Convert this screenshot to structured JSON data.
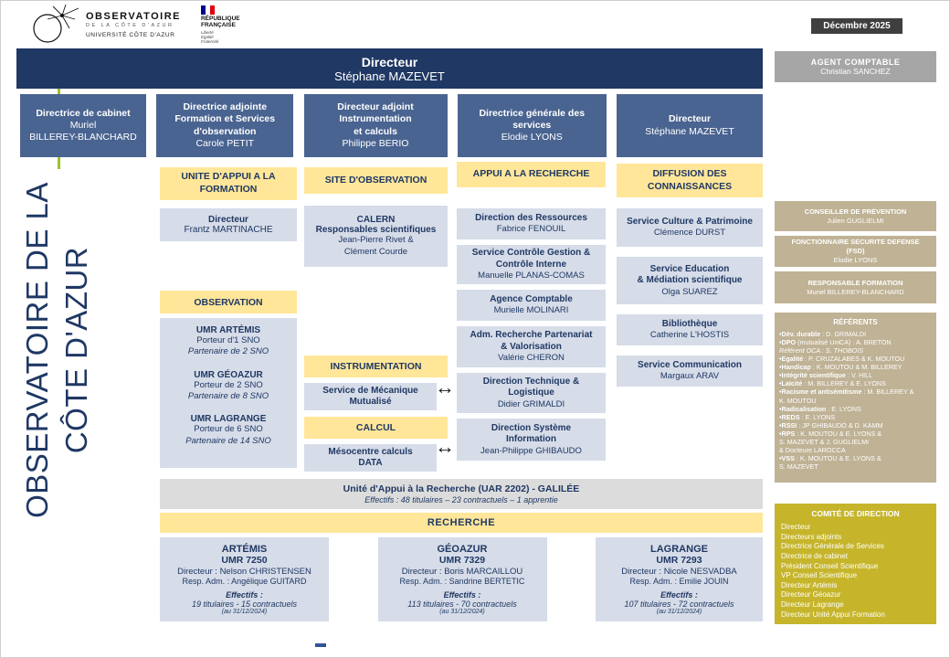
{
  "meta": {
    "date_badge": "Décembre 2025"
  },
  "colors": {
    "navy": "#1F3864",
    "slate_blue": "#4A6491",
    "yellow": "#FFE699",
    "light_blue": "#D6DCE8",
    "tan": "#BFB295",
    "olive": "#C6B52B",
    "gray": "#A6A6A6",
    "green_accent": "#9DC030"
  },
  "logo": {
    "org": "OBSERVATOIRE",
    "org_sub": "DE LA CÔTE D'AZUR",
    "univ": "UNIVERSITÉ CÔTE D'AZUR",
    "republique": "RÉPUBLIQUE\nFRANÇAISE",
    "motto": "Liberté\nÉgalité\nFraternité"
  },
  "vertical_title": "OBSERVATOIRE DE LA\nCÔTE D'AZUR",
  "banner": {
    "title": "Directeur",
    "name": "Stéphane MAZEVET"
  },
  "agent_comptable": {
    "title": "AGENT  COMPTABLE",
    "name": "Christian SANCHEZ"
  },
  "directors_row": [
    {
      "title": "Directrice de cabinet",
      "name": "Muriel\nBILLEREY-BLANCHARD"
    },
    {
      "title": "Directrice adjointe\nFormation et Services\nd'observation",
      "name": "Carole PETIT"
    },
    {
      "title": "Directeur adjoint\nInstrumentation\net calculs",
      "name": "Philippe BERIO"
    },
    {
      "title": "Directrice générale des\nservices",
      "name": "Elodie LYONS"
    },
    {
      "title": "Directeur",
      "name": "Stéphane MAZEVET"
    }
  ],
  "column_headers": {
    "formation": "UNITE D'APPUI A LA\nFORMATION",
    "site": "SITE D'OBSERVATION",
    "appui": "APPUI A LA RECHERCHE",
    "diffusion": "DIFFUSION  DES\nCONNAISSANCES"
  },
  "formation": {
    "director_title": "Directeur",
    "director_name": "Frantz MARTINACHE"
  },
  "site": {
    "calern_title": "CALERN",
    "calern_subtitle": "Responsables scientifiques",
    "calern_names": "Jean-Pierre Rivet &\nClément Courde"
  },
  "appui_services": [
    {
      "t": "Direction des Ressources",
      "n": "Fabrice FENOUIL"
    },
    {
      "t": "Service Contrôle Gestion &\nContrôle Interne",
      "n": "Manuelle PLANAS-COMAS"
    },
    {
      "t": "Agence Comptable",
      "n": "Murielle MOLINARI"
    },
    {
      "t": "Adm. Recherche Partenariat\n& Valorisation",
      "n": "Valérie CHERON"
    },
    {
      "t": "Direction Technique &\nLogistique",
      "n": "Didier GRIMALDI"
    },
    {
      "t": "Direction Système\nInformation",
      "n": "Jean-Philippe GHIBAUDO"
    }
  ],
  "diffusion_services": [
    {
      "t": "Service Culture & Patrimoine",
      "n": "Clémence DURST"
    },
    {
      "t": "Service Education\n& Médiation scientifique",
      "n": "Olga SUAREZ"
    },
    {
      "t": "Bibliothèque",
      "n": "Catherine L'HOSTIS"
    },
    {
      "t": "Service Communication",
      "n": "Margaux ARAV"
    }
  ],
  "observation": {
    "header": "OBSERVATION",
    "umrs": [
      {
        "name": "UMR ARTÉMIS",
        "porteur": "Porteur d'1 SNO",
        "partenaire": "Partenaire de 2 SNO"
      },
      {
        "name": "UMR GÉOAZUR",
        "porteur": "Porteur de 2 SNO",
        "partenaire": "Partenaire de 8 SNO"
      },
      {
        "name": "UMR LAGRANGE",
        "porteur": "Porteur de 6 SNO",
        "partenaire": "Partenaire de 14 SNO"
      }
    ]
  },
  "instrumentation": {
    "header": "INSTRUMENTATION",
    "box": "Service de Mécanique\nMutualisé"
  },
  "calcul": {
    "header": "CALCUL",
    "box": "Mésocentre calculs\nDATA"
  },
  "arrow_glyph": "↔",
  "galilee": {
    "title": "Unité d'Appui à la Recherche (UAR 2202) - GALILÉE",
    "effectifs": "Effectifs : 48 titulaires – 23 contractuels – 1 apprentie"
  },
  "recherche_header": "RECHERCHE",
  "labs": [
    {
      "name": "ARTÉMIS",
      "umr": "UMR 7250",
      "dir": "Directeur : Nelson CHRISTENSEN",
      "adm": "Resp. Adm. : Angélique GUITARD",
      "eff_label": "Effectifs :",
      "eff": "19 titulaires - 15 contractuels",
      "asof": "(au 31/12/2024)"
    },
    {
      "name": "GÉOAZUR",
      "umr": "UMR 7329",
      "dir": "Directeur : Boris MARCAILLOU",
      "adm": "Resp. Adm. : Sandrine BERTETIC",
      "eff_label": "Effectifs :",
      "eff": "113 titulaires - 70 contractuels",
      "asof": "(au 31/12/2024)"
    },
    {
      "name": "LAGRANGE",
      "umr": "UMR 7293",
      "dir": "Directeur : Nicole NESVADBA",
      "adm": "Resp. Adm. : Emilie JOUIN",
      "eff_label": "Effectifs :",
      "eff": "107 titulaires - 72 contractuels",
      "asof": "(au 31/12/2024)"
    }
  ],
  "sidebar_roles": [
    {
      "t": "CONSEILLER DE PRÉVENTION",
      "n": "Julien GUGLIELMI"
    },
    {
      "t": "FONCTIONNAIRE SECURITE DEFENSE\n(FSD)",
      "n": "Elodie LYONS"
    },
    {
      "t": "RESPONSABLE FORMATION",
      "n": "Muriel BILLEREY-BLANCHARD"
    }
  ],
  "referents": {
    "title": "RÉFÉRENTS",
    "items": [
      {
        "b": "Dév. durable",
        "t": " : D. GRIMALDI"
      },
      {
        "b": "DPO",
        "t": " (mutualisé UniCA) : A. BRETON"
      },
      {
        "i": "Référent OCA : S. THOBOIS"
      },
      {
        "b": "Egalité",
        "t": " : P. CRUZALABES & K. MOUTOU"
      },
      {
        "b": "Handicap",
        "t": " : K. MOUTOU & M. BILLEREY"
      },
      {
        "b": "Intégrité scientifique",
        "t": " : V. HILL"
      },
      {
        "b": "Laïcité",
        "t": " : M. BILLEREY & E. LYONS"
      },
      {
        "b": "Racisme et antisémitisme",
        "t": " : M. BILLEREY &\nK. MOUTOU"
      },
      {
        "b": "Radicalisation",
        "t": " : E. LYONS"
      },
      {
        "b": "REDS",
        "t": " : E. LYONS"
      },
      {
        "b": "RSSI",
        "t": " : JP GHIBAUDO & D. KAMM"
      },
      {
        "b": "RPS",
        "t": " : K. MOUTOU & E. LYONS &\nS. MAZEVET & J. GUGLIELMI\n& Docteure LAROCCA"
      },
      {
        "b": "VSS",
        "t": " : K. MOUTOU & E. LYONS &\nS. MAZEVET"
      }
    ]
  },
  "comite": {
    "title": "COMITÉ DE DIRECTION",
    "items": [
      "Directeur",
      "Directeurs adjoints",
      "Directrice Générale de Services",
      "Directrice de cabinet",
      "Président Conseil Scientifique",
      "VP Conseil Scientifique",
      "Directeur Artémis",
      "Directeur Géoazur",
      "Directeur Lagrange",
      "Directeur Unité Appui Formation"
    ]
  }
}
